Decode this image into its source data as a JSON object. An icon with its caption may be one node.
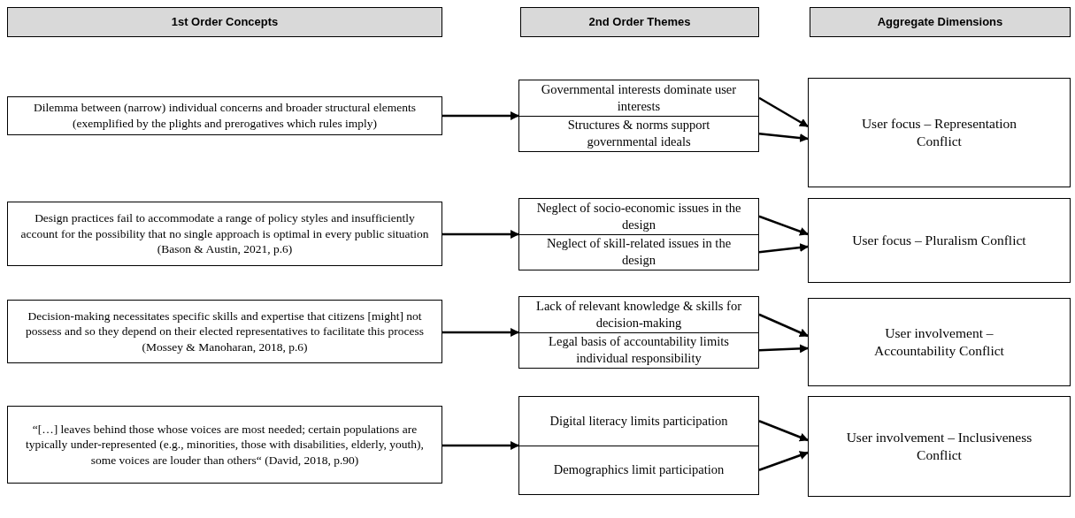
{
  "diagram": {
    "nodes": [
      {
        "text": [
          "1st Order Concepts"
        ]
      },
      {
        "text": [
          "2nd Order Themes"
        ]
      },
      {
        "text": [
          "Aggregate Dimensions"
        ]
      },
      {
        "text": [
          "Dilemma between (narrow) individual concerns and broader structural elements (exemplified by the plights and prerogatives which rules imply)"
        ]
      },
      {
        "text": [],
        "shape": "box"
      },
      {
        "text": [
          "Governmental interests dominate user interests"
        ],
        "in": 4
      },
      {
        "text": [
          "Structures & norms support governmental ideals"
        ],
        "in": 4
      },
      {
        "text": [
          "User focus – Representation Conflict"
        ]
      },
      {
        "text": [
          "Design practices fail to accommodate a range of policy styles and insufficiently account for the possibility that no single approach is optimal in every public situation (Bason & Austin, 2021, p.6)"
        ]
      },
      {
        "text": [],
        "shape": "box"
      },
      {
        "text": [
          "Neglect of socio-economic issues in the design"
        ],
        "in": 9
      },
      {
        "text": [
          "Neglect of skill-related issues in the design"
        ],
        "in": 9
      },
      {
        "text": [
          "User focus – Pluralism Conflict"
        ]
      },
      {
        "text": [
          "Decision-making necessitates specific skills and expertise that citizens [might] not possess and so they depend on their elected representatives to facilitate this process (Mossey & Manoharan, 2018, p.6)"
        ]
      },
      {
        "text": [],
        "shape": "box"
      },
      {
        "text": [
          "Lack of relevant knowledge & skills for decision-making"
        ],
        "in": 14
      },
      {
        "text": [
          "Legal basis of accountability limits individual responsibility"
        ],
        "in": 14
      },
      {
        "text": [
          "User involvement – Accountability Conflict"
        ]
      },
      {
        "text": [
          "“[…] leaves behind those whose voices are most needed; certain populations are typically under-represented (e.g., minorities, those with disabilities, elderly, youth), some voices are louder than others“ (David, 2018, p.90)"
        ]
      },
      {
        "text": [],
        "shape": "box"
      },
      {
        "text": [
          "Digital literacy limits participation"
        ],
        "in": 19
      },
      {
        "text": [
          "Demographics limit participation"
        ],
        "in": 19
      },
      {
        "text": [
          "User involvement – Inclusiveness Conflict"
        ]
      }
    ],
    "edges": [
      {
        "from": 3,
        "to": 4,
        "arrow": "to"
      },
      {
        "from": 5,
        "to": 7,
        "arrow": "to"
      },
      {
        "from": 6,
        "to": 7,
        "arrow": "to"
      },
      {
        "from": 8,
        "to": 9,
        "arrow": "to"
      },
      {
        "from": 10,
        "to": 12,
        "arrow": "to"
      },
      {
        "from": 11,
        "to": 12,
        "arrow": "to"
      },
      {
        "from": 13,
        "to": 14,
        "arrow": "to"
      },
      {
        "from": 15,
        "to": 17,
        "arrow": "to"
      },
      {
        "from": 16,
        "to": 17,
        "arrow": "to"
      },
      {
        "from": 18,
        "to": 19,
        "arrow": "to"
      },
      {
        "from": 20,
        "to": 22,
        "arrow": "to"
      },
      {
        "from": 21,
        "to": 22,
        "arrow": "to"
      }
    ]
  }
}
